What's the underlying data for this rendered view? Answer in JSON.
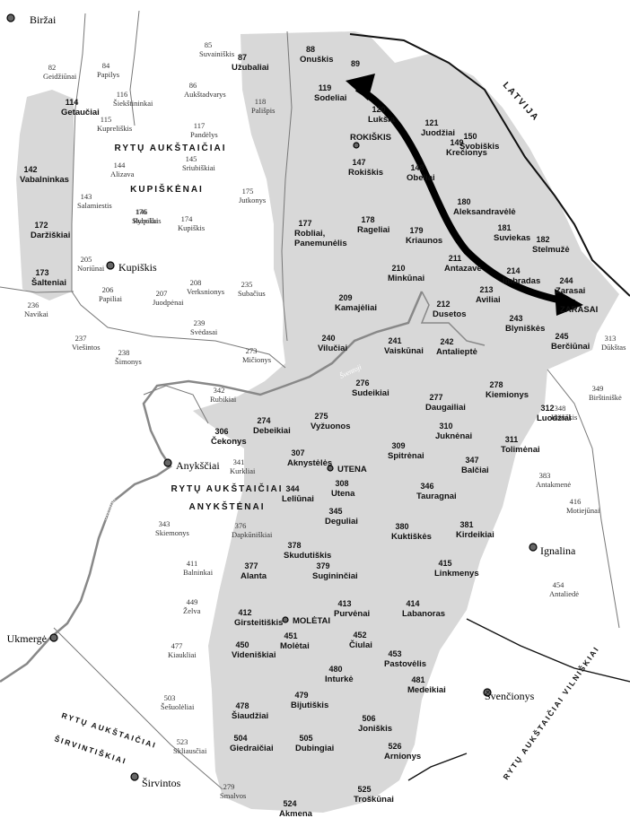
{
  "colors": {
    "highlight": "#d8d8d8",
    "border": "#111111",
    "thin": "#777777",
    "river": "#888888",
    "arrow": "#000000"
  },
  "regions": {
    "rytu_kupiskenai": [
      "RYTŲ AUKŠTAIČIAI",
      "KUPIŠKĖNAI"
    ],
    "rytu_anyksteniai": [
      "RYTŲ AUKŠTAIČIAI",
      "ANYKŠTĖNAI"
    ],
    "rytu_sirvintiskiai": [
      "RYTŲ AUKŠTAIČIAI",
      "ŠIRVINTIŠKIAI"
    ],
    "rytu_vilniskiai": "RYTŲ AUKŠTAIČIAI VILNIŠKIAI",
    "latvija": "LATVIJA"
  },
  "rivers": [
    "Šventoji",
    "Šventoji",
    "Šventoji"
  ],
  "cities": [
    "Biržai",
    "Kupiškis",
    "Anykščiai",
    "Ukmergė",
    "Širvintos",
    "Ignalina",
    "Švenčionys"
  ],
  "towns": [
    "ROKIŠKIS",
    "UTENA",
    "MOLĖTAI",
    "ZARASAI"
  ],
  "bold_points": [
    [
      "87",
      "Užubaliai"
    ],
    [
      "88",
      "Onuškis"
    ],
    [
      "89",
      ""
    ],
    [
      "119",
      "Sodeliai"
    ],
    [
      "120",
      "Lukšia"
    ],
    [
      "121",
      "Juodžiai"
    ],
    [
      "149",
      "Krečionys"
    ],
    [
      "150",
      "Svobiškis"
    ],
    [
      "147",
      "Rokiškis"
    ],
    [
      "148",
      "Obeliai"
    ],
    [
      "180",
      "Aleksandravėlė"
    ],
    [
      "181",
      "Suviekas"
    ],
    [
      "182",
      "Stelmužė"
    ],
    [
      "177",
      "Robliai, Panemunėlis"
    ],
    [
      "178",
      "Rageliai"
    ],
    [
      "179",
      "Kriaunos"
    ],
    [
      "211",
      "Antazavė"
    ],
    [
      "214",
      "Imbradas"
    ],
    [
      "244",
      "Zarasai"
    ],
    [
      "210",
      "Minkūnai"
    ],
    [
      "209",
      "Kamajėliai"
    ],
    [
      "212",
      "Dusetos"
    ],
    [
      "213",
      "Aviliai"
    ],
    [
      "243",
      "Blyniškės"
    ],
    [
      "245",
      "Berčiūnai"
    ],
    [
      "240",
      "Vilučiai"
    ],
    [
      "241",
      "Vaiskūnai"
    ],
    [
      "242",
      "Antalieptė"
    ],
    [
      "276",
      "Sudeikiai"
    ],
    [
      "277",
      "Daugailiai"
    ],
    [
      "278",
      "Kiemionys"
    ],
    [
      "312",
      "Luodžiai"
    ],
    [
      "274",
      "Debeikiai"
    ],
    [
      "275",
      "Vyžuonos"
    ],
    [
      "306",
      "Čekonys"
    ],
    [
      "307",
      "Aknystėlės"
    ],
    [
      "309",
      "Spitrėnai"
    ],
    [
      "310",
      "Juknėnai"
    ],
    [
      "311",
      "Tolimėnai"
    ],
    [
      "347",
      "Balčiai"
    ],
    [
      "344",
      "Leliūnai"
    ],
    [
      "308",
      "Utena"
    ],
    [
      "346",
      "Tauragnai"
    ],
    [
      "345",
      "Deguliai"
    ],
    [
      "380",
      "Kuktiškės"
    ],
    [
      "381",
      "Kirdeikiai"
    ],
    [
      "378",
      "Skudutiškis"
    ],
    [
      "379",
      "Sugininčiai"
    ],
    [
      "377",
      "Alanta"
    ],
    [
      "415",
      "Linkmenys"
    ],
    [
      "412",
      "Girsteitiškis"
    ],
    [
      "413",
      "Purvėnai"
    ],
    [
      "414",
      "Labanoras"
    ],
    [
      "450",
      "Videniškiai"
    ],
    [
      "451",
      "Molėtai"
    ],
    [
      "452",
      "Čiulai"
    ],
    [
      "453",
      "Pastovėlis"
    ],
    [
      "480",
      "Inturkė"
    ],
    [
      "481",
      "Medeikiai"
    ],
    [
      "478",
      "Šiaudžiai"
    ],
    [
      "479",
      "Bijutiškis"
    ],
    [
      "504",
      "Giedraičiai"
    ],
    [
      "505",
      "Dubingiai"
    ],
    [
      "506",
      "Joniškis"
    ],
    [
      "526",
      "Arnionys"
    ],
    [
      "525",
      "Troškūnai"
    ],
    [
      "524",
      "Akmena"
    ],
    [
      "114",
      "Getaučiai"
    ],
    [
      "142",
      "Vabalninkas"
    ],
    [
      "172",
      "Daržiškiai"
    ],
    [
      "173",
      "Šalteniai"
    ]
  ],
  "thin_points": [
    [
      "82",
      "Geidžiūnai"
    ],
    [
      "84",
      "Papilys"
    ],
    [
      "85",
      "Suvainiškis"
    ],
    [
      "86",
      "Aukštadvarys"
    ],
    [
      "116",
      "Šiekštininkai"
    ],
    [
      "115",
      "Kupreliškis"
    ],
    [
      "117",
      "Pandėlys"
    ],
    [
      "118",
      "Pališpis"
    ],
    [
      "144",
      "Alizava"
    ],
    [
      "145",
      "Sriubiškiai"
    ],
    [
      "143",
      "Salamiestis"
    ],
    [
      "146",
      "Rybokai"
    ],
    [
      "175",
      "Jutkonys"
    ],
    [
      "176",
      "Skapiškis"
    ],
    [
      "174",
      "Kupiškis"
    ],
    [
      "205",
      "Noriūnai"
    ],
    [
      "206",
      "Papiliai"
    ],
    [
      "207",
      "Juodpėnai"
    ],
    [
      "208",
      "Verksnionys"
    ],
    [
      "235",
      "Subačius"
    ],
    [
      "236",
      "Navikai"
    ],
    [
      "237",
      "Viešintos"
    ],
    [
      "238",
      "Šimonys"
    ],
    [
      "239",
      "Svėdasai"
    ],
    [
      "273",
      "Mičionys"
    ],
    [
      "342",
      "Rubikiai"
    ],
    [
      "341",
      "Kurkliai"
    ],
    [
      "343",
      "Skiemonys"
    ],
    [
      "376",
      "Dapkūniškiai"
    ],
    [
      "411",
      "Balninkai"
    ],
    [
      "449",
      "Želva"
    ],
    [
      "477",
      "Kiaukliai"
    ],
    [
      "503",
      "Šešuolėliai"
    ],
    [
      "523",
      "Skliausčiai"
    ],
    [
      "279",
      "Smalvos"
    ],
    [
      "313",
      "Dūkštas"
    ],
    [
      "349",
      "Birštiniškė"
    ],
    [
      "348",
      "Kaziškis"
    ],
    [
      "383",
      "Antakmenė"
    ],
    [
      "416",
      "Motiejūnai"
    ],
    [
      "454",
      "Antaliedė"
    ]
  ]
}
